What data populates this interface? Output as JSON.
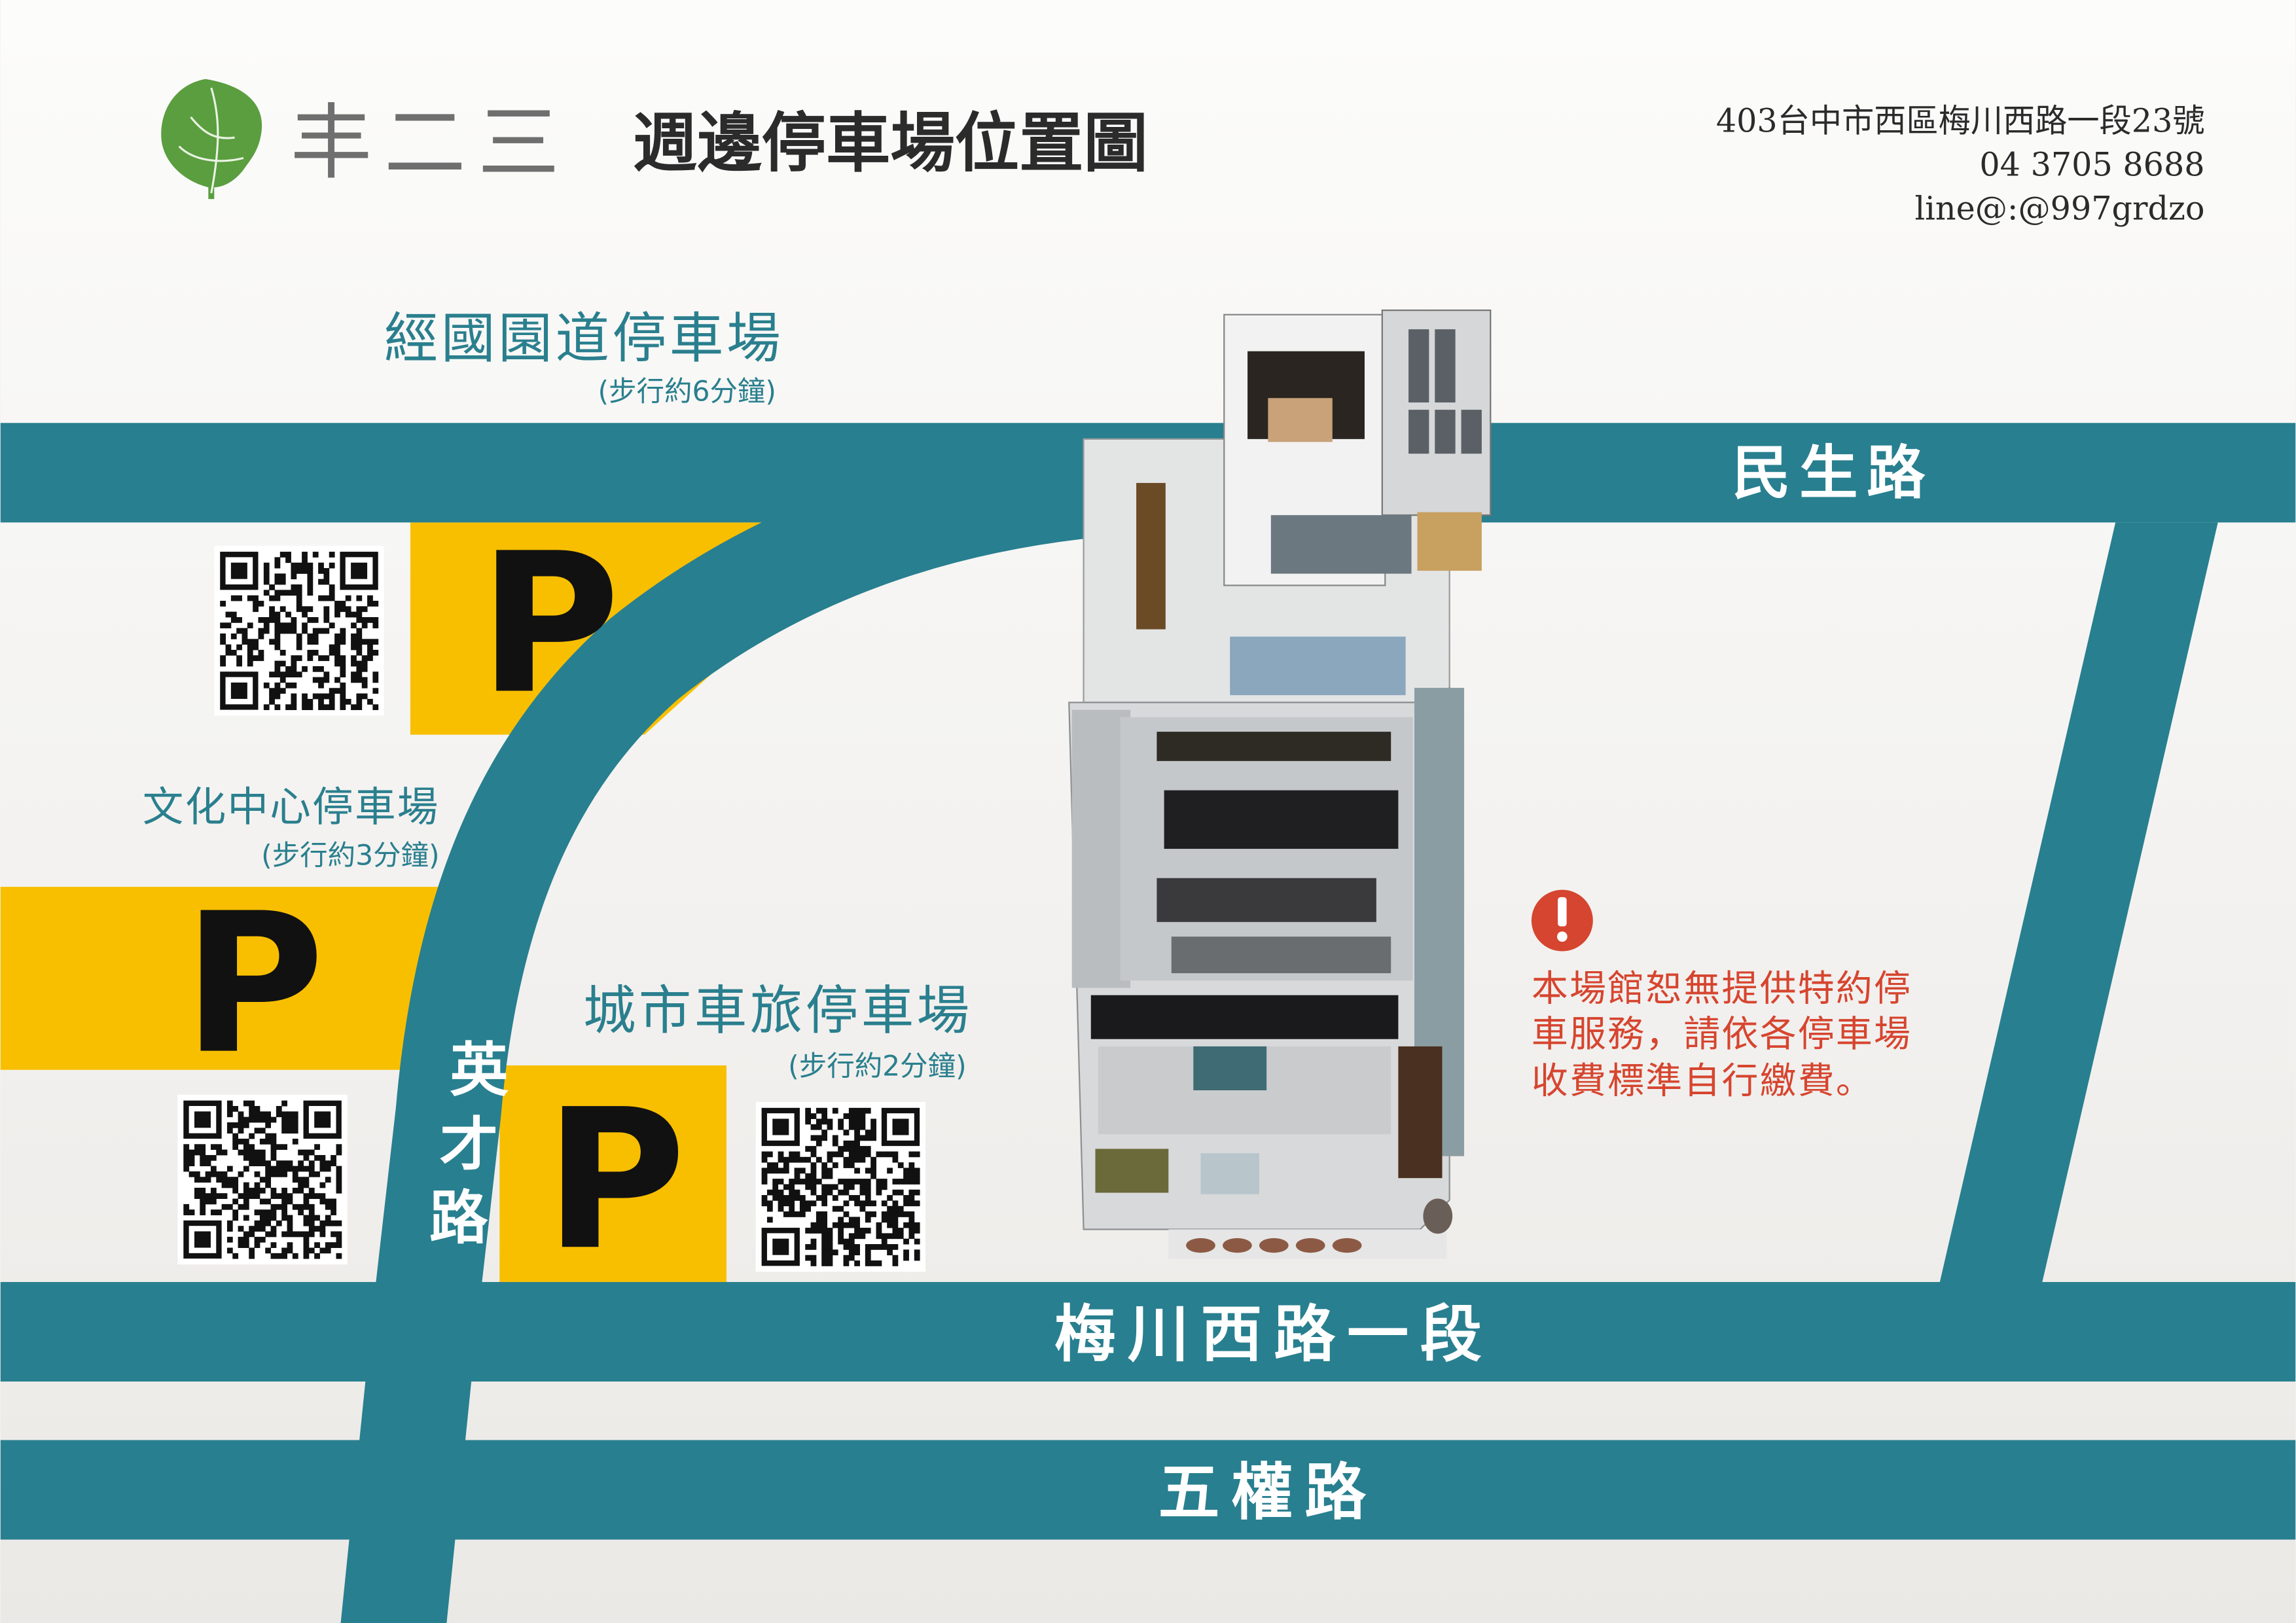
{
  "header": {
    "logo_text": "丰二三",
    "title": "週邊停車場位置圖",
    "address": "403台中市西區梅川西路一段23號",
    "phone": "04 3705 8688",
    "line_id": "line@:@997grdzo"
  },
  "roads": {
    "minsheng": "民生路",
    "meichuan": "梅川西路一段",
    "wuquan": "五權路",
    "yingcai": [
      "英",
      "才",
      "路"
    ]
  },
  "parking": [
    {
      "name": "經國園道停車場",
      "walk": "(步行約6分鐘)",
      "symbol": "P"
    },
    {
      "name": "文化中心停車場",
      "walk": "(步行約3分鐘)",
      "symbol": "P"
    },
    {
      "name": "城市車旅停車場",
      "walk": "(步行約2分鐘)",
      "symbol": "P"
    }
  ],
  "notice": {
    "icon": "exclamation-icon",
    "lines": [
      "本場館恕無提供特約停",
      "車服務，請依各停車場",
      "收費標準自行繳費。"
    ]
  },
  "colors": {
    "road": "#287f8f",
    "parking": "#f8bf00",
    "label": "#2a7f8e",
    "notice": "#d6452f",
    "logo": "#5a9e3f"
  }
}
